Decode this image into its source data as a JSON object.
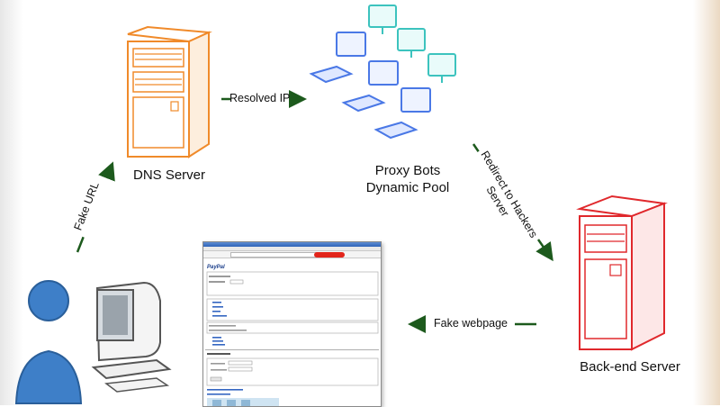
{
  "nodes": {
    "dns_server": "DNS Server",
    "proxy_bots_line1": "Proxy Bots",
    "proxy_bots_line2": "Dynamic Pool",
    "backend_server": "Back-end Server"
  },
  "edges": {
    "resolved_ip": "Resolved IP",
    "fake_url": "Fake URL",
    "redirect_line1": "Redirect to Hackers",
    "redirect_line2": "Server",
    "fake_webpage": "Fake webpage"
  },
  "fake_page": {
    "logo": "PayPal"
  },
  "colors": {
    "dns_server": "#f08a2a",
    "proxy_blue": "#4a78e6",
    "proxy_teal": "#3cc3be",
    "backend_server": "#e0282c",
    "arrow": "#1d5a1d",
    "user": "#3e7fc8"
  }
}
